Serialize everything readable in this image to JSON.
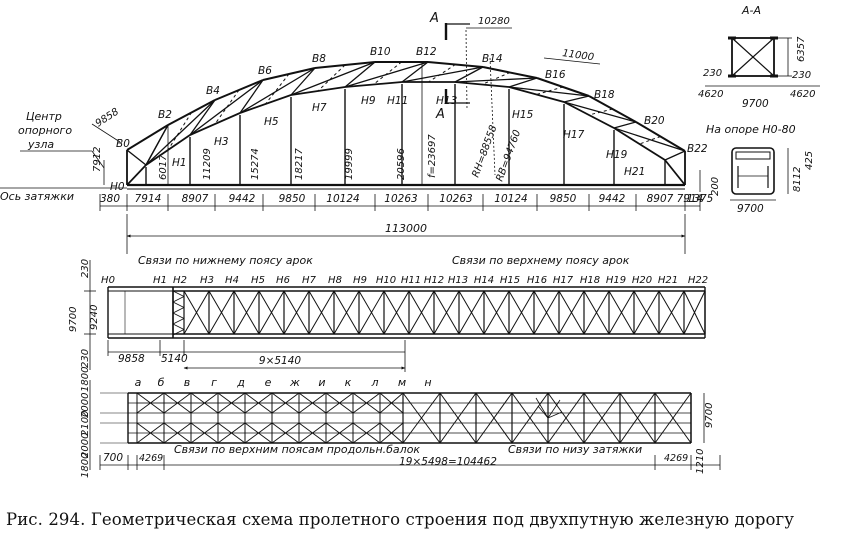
{
  "caption": "Рис. 294. Геометрическая схема пролетного строения под двухпутную железную дорогу",
  "elevation": {
    "upper_nodes": [
      "В0",
      "В2",
      "В4",
      "В6",
      "В8",
      "В10",
      "В12",
      "В14",
      "В16",
      "В18",
      "В20",
      "В22"
    ],
    "lower_nodes": [
      "Н0",
      "Н1",
      "Н3",
      "Н5",
      "Н7",
      "Н9",
      "Н11",
      "Н13",
      "Н15",
      "Н17",
      "Н19",
      "Н21"
    ],
    "heights": [
      "6017",
      "11209",
      "15274",
      "18217",
      "19999",
      "20596"
    ],
    "f_label": "f=23697",
    "rn_label": "RН=88558",
    "rb_label": "RВ=94760",
    "panels": [
      "380",
      "7914",
      "8907",
      "9442",
      "9850",
      "10124",
      "10263",
      "10263",
      "10124",
      "9850",
      "9442",
      "8907",
      "7914",
      "1375"
    ],
    "total_span": "113000",
    "dim_9858": "9858",
    "dim_7912": "7912",
    "dim_10280": "10280",
    "dim_11000": "11000",
    "dim_200": "200",
    "center_label": "Центр опорного узла",
    "axis_label": "Ось затяжки",
    "section_marker": "А"
  },
  "section_aa": {
    "title": "А-А",
    "dim_6357": "6357",
    "dim_230_left": "230",
    "dim_230_right": "230",
    "dim_4620_left": "4620",
    "dim_4620_right": "4620",
    "dim_9700": "9700"
  },
  "support": {
    "title": "На опоре Н0-80",
    "dim_425": "425",
    "dim_8112": "8112",
    "dim_9700": "9700"
  },
  "plan_top": {
    "label_left": "Связи по нижнему поясу арок",
    "label_right": "Связи по верхнему поясу арок",
    "nodes": [
      "Н0",
      "Н1",
      "Н2",
      "Н3",
      "Н4",
      "Н5",
      "Н6",
      "Н7",
      "Н8",
      "Н9",
      "Н10",
      "Н11",
      "Н12",
      "Н13",
      "Н14",
      "Н15",
      "Н16",
      "Н17",
      "Н18",
      "Н19",
      "Н20",
      "Н21",
      "Н22"
    ],
    "dim_230_top": "230",
    "dim_9240": "9240",
    "dim_9700": "9700",
    "dim_230_bottom": "230",
    "dim_9858": "9858",
    "dim_5140": "5140",
    "dim_9x5140": "9×5140"
  },
  "plan_bottom": {
    "letters": [
      "а",
      "б",
      "в",
      "г",
      "д",
      "е",
      "ж",
      "и",
      "к",
      "л",
      "м",
      "н"
    ],
    "dim_1800_top": "1800",
    "dim_2000_top": "2000",
    "dim_2100": "2100",
    "dim_2000_bottom": "2000",
    "dim_1800_bottom": "1800",
    "dim_9700": "9700",
    "dim_700": "700",
    "dim_4269_left": "4269",
    "dim_4269_right": "4269",
    "dim_1210": "1210",
    "dim_19x5498": "19×5498=104462",
    "label_left": "Связи по верхним поясам продольн.балок",
    "label_right": "Связи по низу затяжки"
  }
}
